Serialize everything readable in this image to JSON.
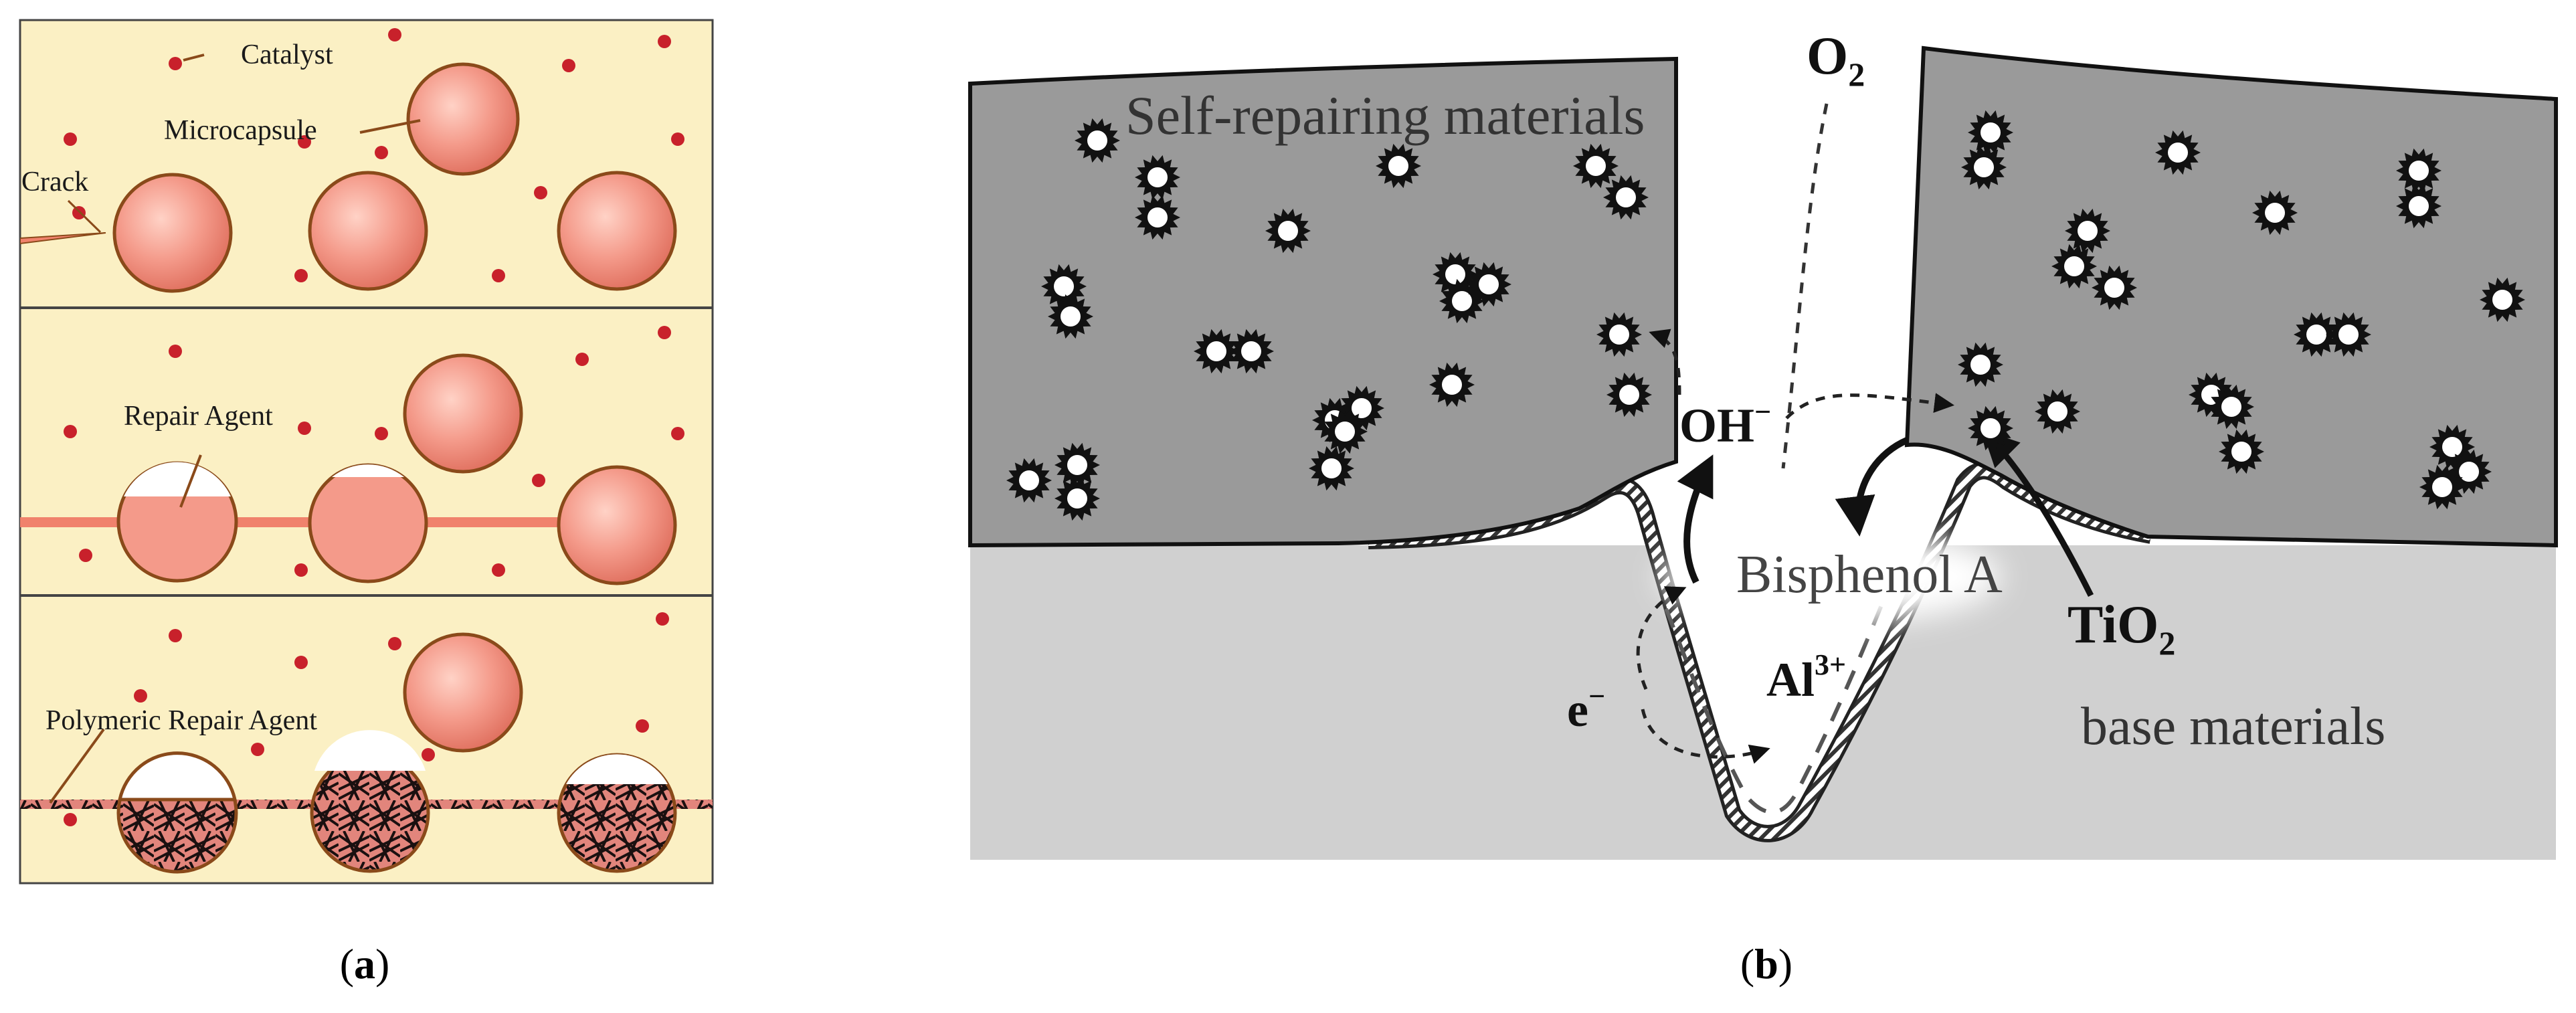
{
  "panel_a": {
    "labels": {
      "catalyst": "Catalyst",
      "microcapsule": "Microcapsule",
      "crack": "Crack",
      "repair_agent": "Repair Agent",
      "polymeric_repair_agent": "Polymeric Repair Agent"
    },
    "caption": {
      "open": "(",
      "letter": "a",
      "close": ")"
    }
  },
  "panel_b": {
    "labels": {
      "self_repairing": "Self-repairing materials",
      "o2_base": "O",
      "o2_sub": "2",
      "oh_base": "OH",
      "oh_sup": "−",
      "bisphenol": "Bisphenol A",
      "tio2_base": "TiO",
      "tio2_sub": "2",
      "electron_base": "e",
      "electron_sup": "−",
      "al_base": "Al",
      "al_sup": "3+",
      "base_materials": "base materials"
    },
    "caption": {
      "open": "(",
      "letter": "b",
      "close": ")"
    }
  },
  "colors": {
    "panel_a_background": "#fbf0c4",
    "capsule": "#ef8f80",
    "capsule_edge": "#8a4a1a",
    "catalyst_dot": "#c8212b",
    "crack_fill": "#f0826c",
    "matrix_gray": "#9a9a9a",
    "base_gray": "#d0d0d0"
  }
}
